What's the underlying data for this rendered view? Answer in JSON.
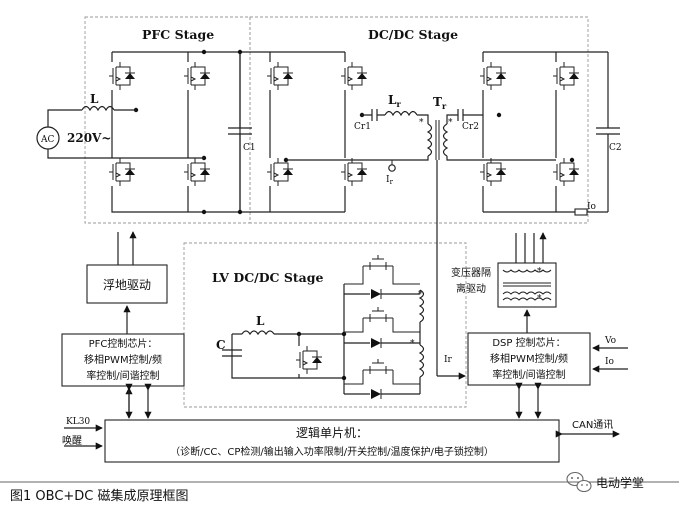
{
  "stages": {
    "pfc": "PFC Stage",
    "dcdc": "DC/DC  Stage",
    "lv": "LV  DC/DC  Stage"
  },
  "components": {
    "L": "L",
    "ac": "AC",
    "ac_voltage": "220V~",
    "C1": "C1",
    "Lr": "L",
    "Lr_sub": "r",
    "Tr": "T",
    "Tr_sub": "r",
    "Cr1": "Cr1",
    "Ir": "I",
    "Ir_sub": "r",
    "Cr2": "Cr2",
    "C2": "C2",
    "Io": "Io",
    "lv_L": "L",
    "lv_C": "C",
    "Ir_arrow": "Ir",
    "Vo": "Vo",
    "Io_in": "Io",
    "star": "*"
  },
  "blocks": {
    "floating_driver": "浮地驱动",
    "pfc_chip": [
      "PFC控制芯片：",
      "移相PWM控制/频",
      "率控制/间谐控制"
    ],
    "dsp_chip": [
      "DSP 控制芯片：",
      "移相PWM控制/频",
      "率控制/间谐控制"
    ],
    "transformer_driver": [
      "变压器隔",
      "离驱动"
    ],
    "mcu_title": "逻辑单片机：",
    "mcu_body": "（诊断/CC、CP检测/输出输入功率限制/开关控制/温度保护/电子锁控制）"
  },
  "signals": {
    "kl30": "KL30",
    "wake": "唤醒",
    "can": "CAN通讯"
  },
  "caption": "图1   OBC+DC 磁集成原理框图",
  "watermark": "电动学堂",
  "icons": [
    "wechat-icon"
  ]
}
